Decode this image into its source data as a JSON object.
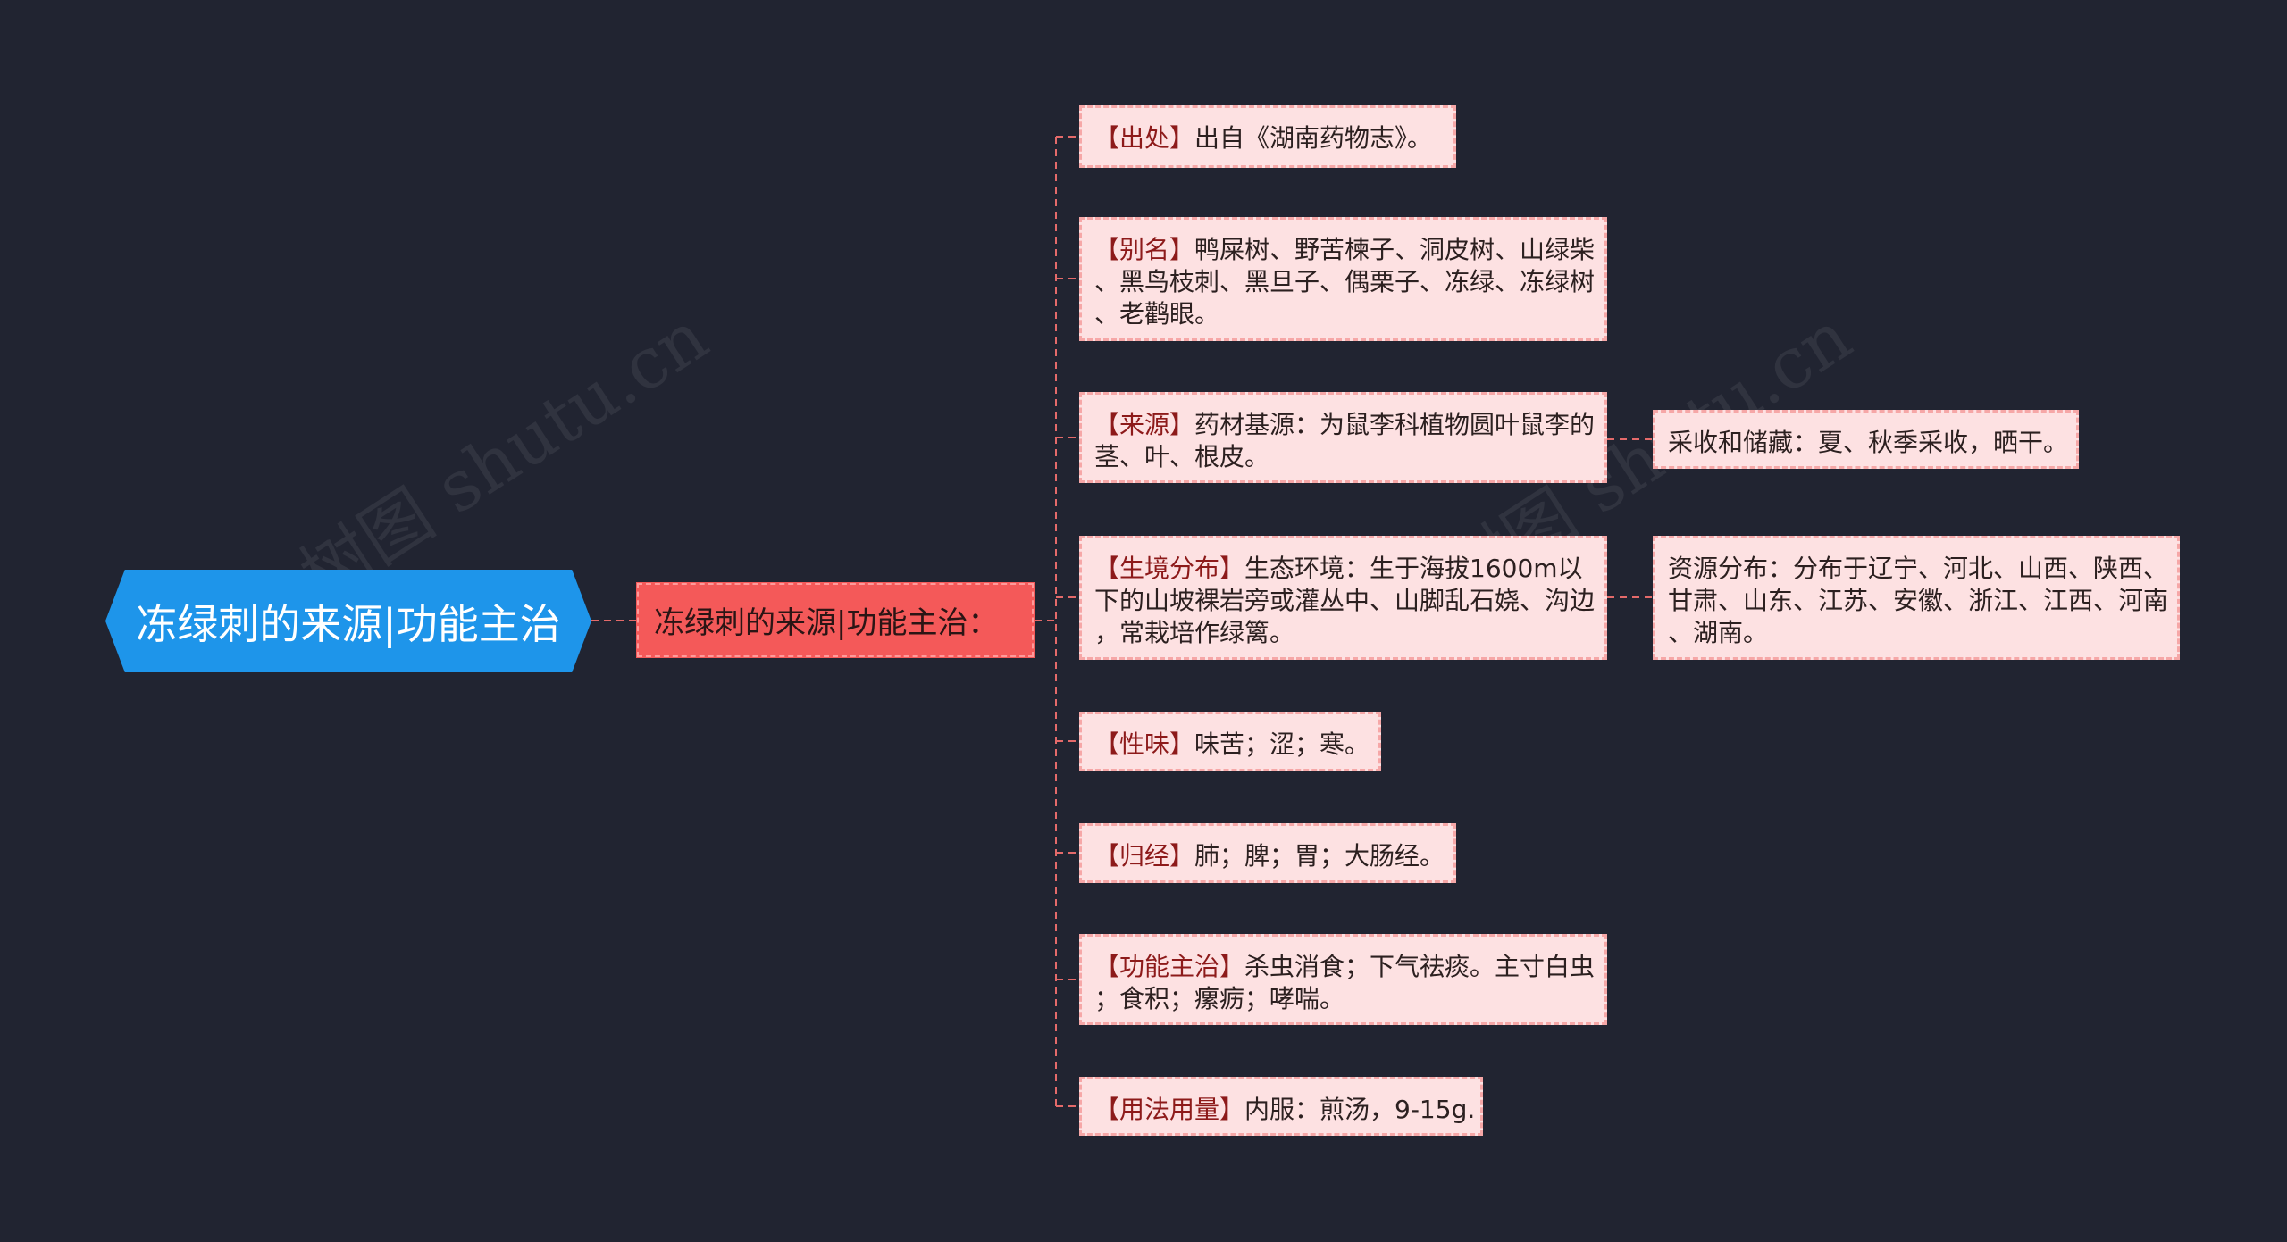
{
  "root": {
    "label": "冻绿刺的来源|功能主治"
  },
  "branch": {
    "label": "冻绿刺的来源|功能主治："
  },
  "items": [
    {
      "tag": "【出处】",
      "lines": [
        "出自《湖南药物志》。"
      ]
    },
    {
      "tag": "【别名】",
      "lines": [
        "鸭屎树、野苦楝子、洞皮树、山绿柴",
        "、黑鸟枝刺、黑旦子、偶栗子、冻绿、冻绿树",
        "、老鹳眼。"
      ]
    },
    {
      "tag": "【来源】",
      "lines": [
        "药材基源：为鼠李科植物圆叶鼠李的",
        "茎、叶、根皮。"
      ]
    },
    {
      "tag": "【生境分布】",
      "lines": [
        "生态环境：生于海拔1600m以",
        "下的山坡裸岩旁或灌丛中、山脚乱石娆、沟边",
        "，常栽培作绿篱。"
      ]
    },
    {
      "tag": "【性味】",
      "lines": [
        "味苦；涩；寒。"
      ]
    },
    {
      "tag": "【归经】",
      "lines": [
        "肺；脾；胃；大肠经。"
      ]
    },
    {
      "tag": "【功能主治】",
      "lines": [
        "杀虫消食；下气祛痰。主寸白虫",
        "；食积；瘰疬；哮喘。"
      ]
    },
    {
      "tag": "【用法用量】",
      "lines": [
        "内服：煎汤，9-15g."
      ]
    }
  ],
  "children": [
    {
      "lines": [
        "采收和储藏：夏、秋季采收，晒干。"
      ]
    },
    {
      "lines": [
        "资源分布：分布于辽宁、河北、山西、陕西、",
        "甘肃、山东、江苏、安徽、浙江、江西、河南",
        "、湖南。"
      ]
    }
  ],
  "watermarks": [
    "树图 shutu.cn",
    "树图 shutu.cn"
  ],
  "colors": {
    "background": "#212431",
    "root": "#1e95ea",
    "branch": "#f45959",
    "leaf_fill": "#fde1e2",
    "leaf_border": "#f6a7a7",
    "connector": "#e46a6a"
  }
}
